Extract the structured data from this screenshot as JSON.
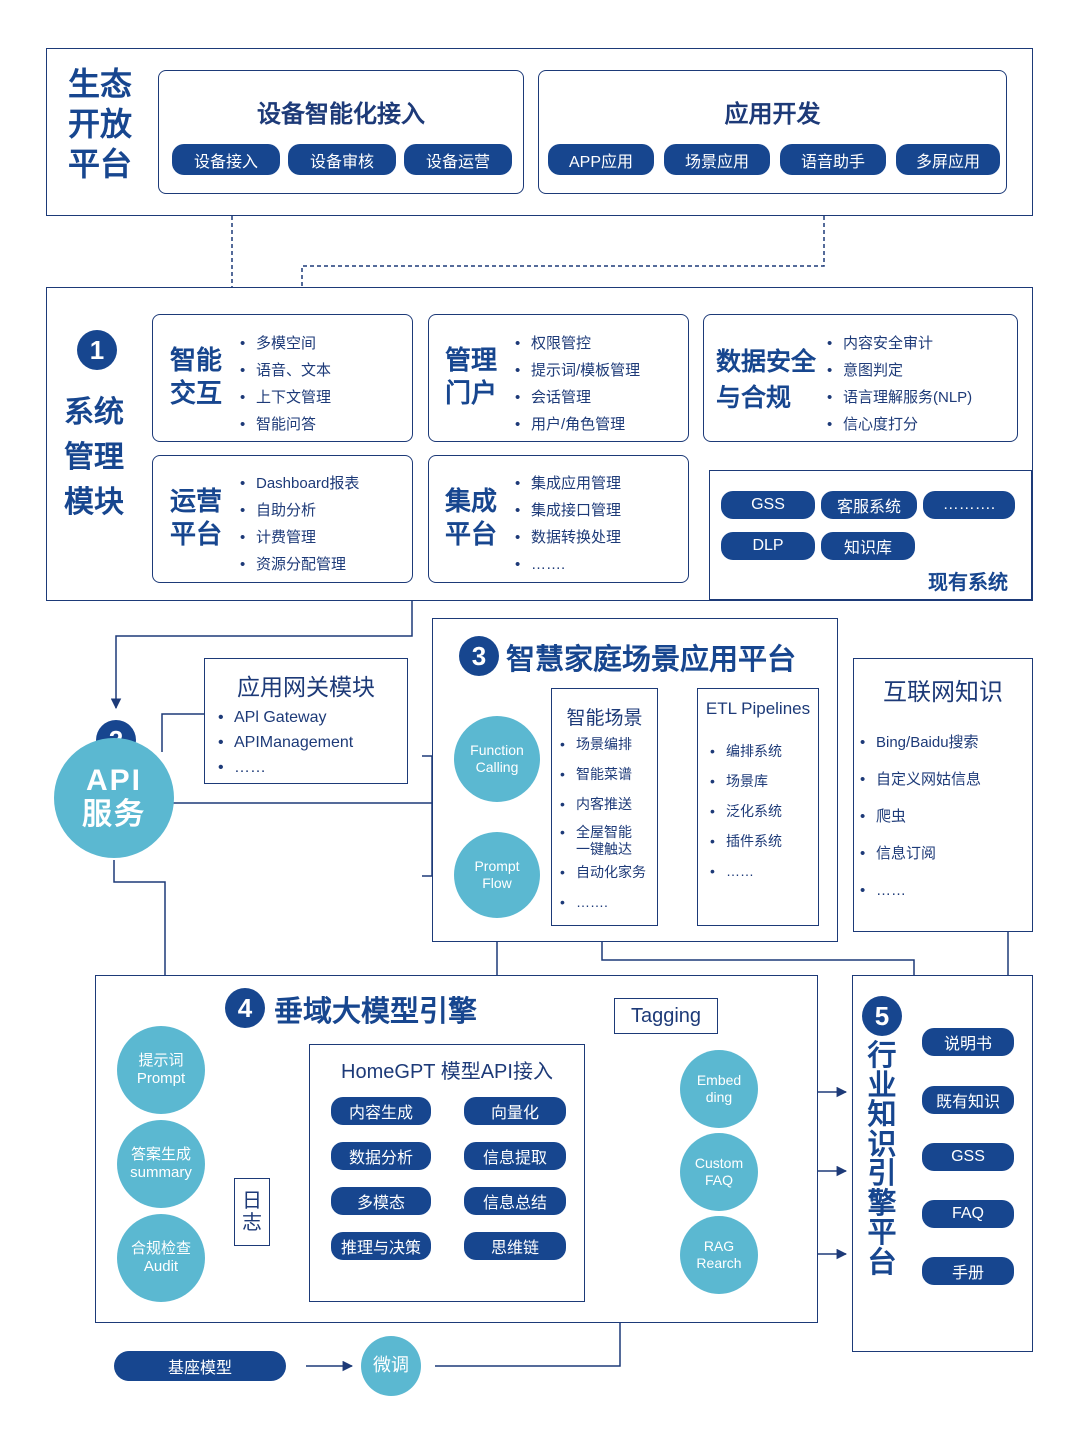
{
  "ecosystem": {
    "title": "生态\n开放\n平台",
    "device": {
      "title": "设备智能化接入",
      "pills": [
        "设备接入",
        "设备审核",
        "设备运营"
      ]
    },
    "appdev": {
      "title": "应用开发",
      "pills": [
        "APP应用",
        "场景应用",
        "语音助手",
        "多屏应用"
      ]
    }
  },
  "system": {
    "num": "1",
    "title": "系统\n管理\n模块",
    "cards": [
      {
        "title": "智能\n交互",
        "items": [
          "多模空间",
          "语音、文本",
          "上下文管理",
          "智能问答"
        ]
      },
      {
        "title": "管理\n门户",
        "items": [
          "权限管控",
          "提示词/模板管理",
          "会话管理",
          "用户/角色管理"
        ]
      },
      {
        "title": "数据安全\n与合规",
        "items": [
          "内容安全审计",
          "意图判定",
          "语言理解服务(NLP)",
          "信心度打分"
        ]
      },
      {
        "title": "运营\n平台",
        "items": [
          "Dashboard报表",
          "自助分析",
          "计费管理",
          "资源分配管理"
        ]
      },
      {
        "title": "集成\n平台",
        "items": [
          "集成应用管理",
          "集成接口管理",
          "数据转换处理",
          "……."
        ]
      }
    ],
    "existing": {
      "title": "现有系统",
      "pills": [
        "GSS",
        "客服系统",
        "……….",
        "DLP",
        "知识库"
      ]
    }
  },
  "api": {
    "num": "2",
    "circle": "API\n服务",
    "gateway": {
      "title": "应用网关模块",
      "items": [
        "APl Gateway",
        "APIManagement",
        "……"
      ]
    }
  },
  "smarthome": {
    "num": "3",
    "title": "智慧家庭场景应用平台",
    "function_calling": "Function\nCalling",
    "prompt_flow": "Prompt\nFlow",
    "scenes": {
      "title": "智能场景",
      "items": [
        "场景编排",
        "智能菜谱",
        "内客推送",
        "全屋智能\n一键触达",
        "自动化家务",
        "……."
      ]
    },
    "etl": {
      "title": "ETL Pipelines",
      "items": [
        "编排系统",
        "场景库",
        "泛化系统",
        "插件系统",
        "……"
      ]
    }
  },
  "internet": {
    "title": "互联网知识",
    "items": [
      "Bing/Baidu搜索",
      "自定义网姑信息",
      "爬虫",
      "信息订阅",
      "……"
    ]
  },
  "engine": {
    "num": "4",
    "title": "垂域大模型引擎",
    "tagging": "Tagging",
    "left_circles": [
      "提示词\nPrompt",
      "答案生成\nsummary",
      "合规检查\nAudit"
    ],
    "log": "日\n志",
    "homegpt": {
      "title": "HomeGPT 模型API接入",
      "pills": [
        "内容生成",
        "向量化",
        "数据分析",
        "信息提取",
        "多模态",
        "信息总结",
        "推理与决策",
        "思维链"
      ]
    },
    "right_circles": [
      "Embed\nding",
      "Custom\nFAQ",
      "RAG\nRearch"
    ]
  },
  "industry": {
    "num": "5",
    "title": "行\n业\n知\n识\n引\n擎\n平\n台",
    "pills": [
      "说明书",
      "既有知识",
      "GSS",
      "FAQ",
      "手册"
    ]
  },
  "base": {
    "model": "基座模型",
    "finetune": "微调"
  },
  "colors": {
    "navy": "#17468f",
    "line": "#1d3a78",
    "teal": "#5bb8d1"
  }
}
